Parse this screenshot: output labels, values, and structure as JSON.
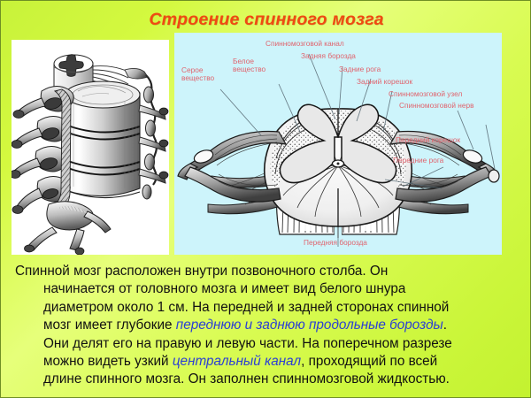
{
  "slide": {
    "title": "Строение спинного мозга",
    "background_color": "#cdf43a",
    "title_color": "#f04a12"
  },
  "left_image": {
    "name": "vertebrae-column-illustration",
    "background_color": "#ffffff",
    "description": "Чёрно-белый рисунок позвоночного столба с позвонками, межпозвоночными дисками и спинномозговыми нервами"
  },
  "diagram": {
    "name": "spinal-cord-cross-section",
    "background_color": "#cdf4fb",
    "label_color": "#e0646e",
    "labels": [
      {
        "id": "central-canal",
        "text": "Спинномозговой канал"
      },
      {
        "id": "posterior-sulcus",
        "text": "Задняя борозда"
      },
      {
        "id": "posterior-horns",
        "text": "Задние рога"
      },
      {
        "id": "posterior-root",
        "text": "Задний корешок"
      },
      {
        "id": "spinal-ganglion",
        "text": "Спинномозговой узел"
      },
      {
        "id": "spinal-nerve",
        "text": "Спинномозговой нерв"
      },
      {
        "id": "anterior-root",
        "text": "Передний корешок"
      },
      {
        "id": "anterior-horns",
        "text": "Передние рога"
      },
      {
        "id": "anterior-sulcus",
        "text": "Передняя борозда"
      },
      {
        "id": "white-matter",
        "text_line1": "Белое",
        "text_line2": "вещество"
      },
      {
        "id": "gray-matter",
        "text_line1": "Серое",
        "text_line2": "вещество"
      }
    ]
  },
  "body": {
    "accent_color": "#2b3fd4",
    "lines": [
      {
        "indent": false,
        "parts": [
          {
            "t": "Спинной мозг расположен внутри позвоночного столба. Он",
            "em": false
          }
        ]
      },
      {
        "indent": true,
        "parts": [
          {
            "t": "начинается от головного мозга и имеет вид белого шнура",
            "em": false
          }
        ]
      },
      {
        "indent": true,
        "parts": [
          {
            "t": "диаметром около 1 см. На передней и задней сторонах спинной",
            "em": false
          }
        ]
      },
      {
        "indent": true,
        "parts": [
          {
            "t": "мозг имеет глубокие ",
            "em": false
          },
          {
            "t": "переднюю и заднюю продольные борозды",
            "em": true
          },
          {
            "t": ".",
            "em": false
          }
        ]
      },
      {
        "indent": true,
        "parts": [
          {
            "t": "Они делят его на правую и левую части. На поперечном разрезе",
            "em": false
          }
        ]
      },
      {
        "indent": true,
        "parts": [
          {
            "t": "можно видеть узкий ",
            "em": false
          },
          {
            "t": "центральный канал",
            "em": true
          },
          {
            "t": ", проходящий по всей",
            "em": false
          }
        ]
      },
      {
        "indent": true,
        "parts": [
          {
            "t": "длине спинного мозга. Он заполнен спинномозговой жидкостью.",
            "em": false
          }
        ]
      }
    ]
  }
}
